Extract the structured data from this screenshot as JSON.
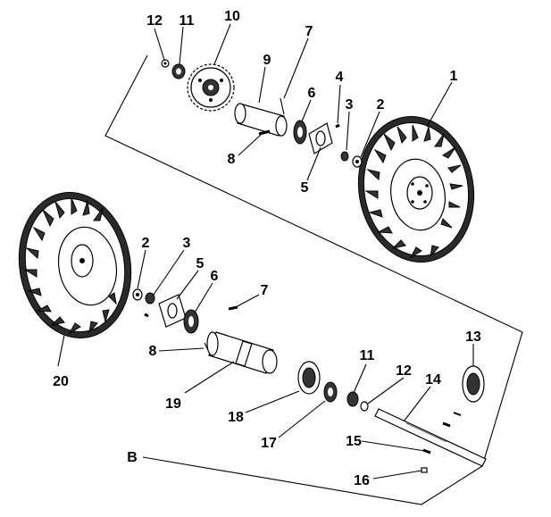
{
  "diagram": {
    "callouts": [
      {
        "id": "c12a",
        "text": "12"
      },
      {
        "id": "c11a",
        "text": "11"
      },
      {
        "id": "c10",
        "text": "10"
      },
      {
        "id": "c7a",
        "text": "7"
      },
      {
        "id": "c9",
        "text": "9"
      },
      {
        "id": "c1",
        "text": "1"
      },
      {
        "id": "c4",
        "text": "4"
      },
      {
        "id": "c6a",
        "text": "6"
      },
      {
        "id": "c3a",
        "text": "3"
      },
      {
        "id": "c2a",
        "text": "2"
      },
      {
        "id": "c8a",
        "text": "8"
      },
      {
        "id": "c5a",
        "text": "5"
      },
      {
        "id": "c2b",
        "text": "2"
      },
      {
        "id": "c3b",
        "text": "3"
      },
      {
        "id": "c5b",
        "text": "5"
      },
      {
        "id": "c6b",
        "text": "6"
      },
      {
        "id": "c7b",
        "text": "7"
      },
      {
        "id": "c13",
        "text": "13"
      },
      {
        "id": "c8b",
        "text": "8"
      },
      {
        "id": "c11b",
        "text": "11"
      },
      {
        "id": "c12b",
        "text": "12"
      },
      {
        "id": "c14",
        "text": "14"
      },
      {
        "id": "c20",
        "text": "20"
      },
      {
        "id": "c19",
        "text": "19"
      },
      {
        "id": "c18",
        "text": "18"
      },
      {
        "id": "c15",
        "text": "15"
      },
      {
        "id": "c17",
        "text": "17"
      },
      {
        "id": "c16",
        "text": "16"
      },
      {
        "id": "cB",
        "text": "B"
      }
    ]
  }
}
